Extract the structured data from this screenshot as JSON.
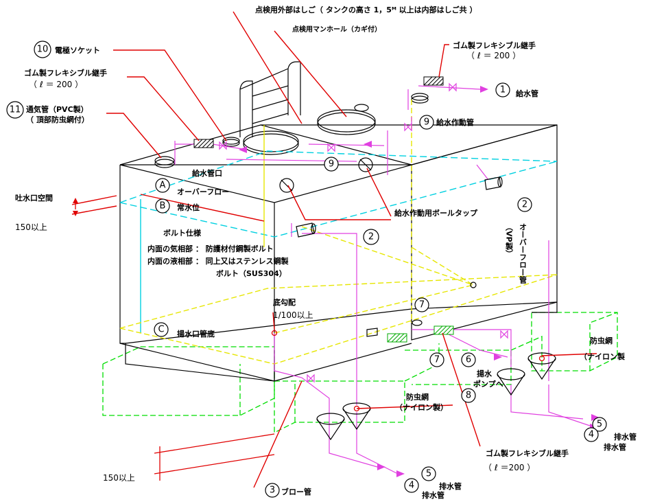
{
  "diagram": {
    "labels": {
      "ladder": "点検用外部はしご（ タンクの高さ 1，5ᴹ 以上は内部はしご共 ）",
      "manhole": "点検用マンホール（カギ付）",
      "flex_top_right": "ゴム製フレキシブル継手",
      "flex_top_right_len": "（ ℓ ＝ 200 ）",
      "electrode": "電極ソケット",
      "flex_top_left": "ゴム製フレキシブル継手",
      "flex_top_left_len": "（ ℓ ＝ 200 ）",
      "vent": "通気管（PVC製）",
      "vent_sub": "（ 頂部防虫網付）",
      "supply_pipe": "給水管",
      "supply_valve_pipe": "給水作動管",
      "supply_inlet": "給水管口",
      "overflow": "オーバーフロー",
      "normal_level": "常水位",
      "air_gap": "吐水口空間",
      "air_gap_val": "150以上",
      "bolt_title": "ボルト仕様",
      "bolt_line1": "内面の気相部 ： 防護材付鋼製ボルト",
      "bolt_line2": "内面の液相部 ： 同上又はステンレス鋼製",
      "bolt_line3": "ボルト（SUS304）",
      "ball_tap": "給水作動用ボールタップ",
      "overflow_pipe": "オーバーフロー管",
      "overflow_pipe_material": "（VP製）",
      "slope_title": "底勾配",
      "slope_val": "1/100以上",
      "drain_bottom": "揚水口管底",
      "insect_net_right": "防虫網",
      "insect_net_right_sub": "（ナイロン製",
      "pump": "揚水",
      "pump2": "ポンプへ",
      "insect_net_mid": "防虫網",
      "insect_net_mid_sub": "（ナイロン製）",
      "drain_pipe": "排水管",
      "flex_bottom": "ゴム製フレキシブル継手",
      "flex_bottom_len": "（ ℓ ＝200 ）",
      "base_height": "150以上",
      "blow_pipe": "ブロー管"
    },
    "markers": {
      "n1": "1",
      "n2": "2",
      "n3": "3",
      "n4": "4",
      "n5": "5",
      "n6": "6",
      "n7": "7",
      "n8": "8",
      "n9": "9",
      "n10": "10",
      "n11": "11",
      "A": "A",
      "B": "B",
      "C": "C"
    },
    "colors": {
      "outline": "#000000",
      "leader": "#e00000",
      "water_level": "#e6e600",
      "overflow_level": "#00d0e0",
      "piping": "#e040e0",
      "foundation": "#00dd00"
    }
  }
}
